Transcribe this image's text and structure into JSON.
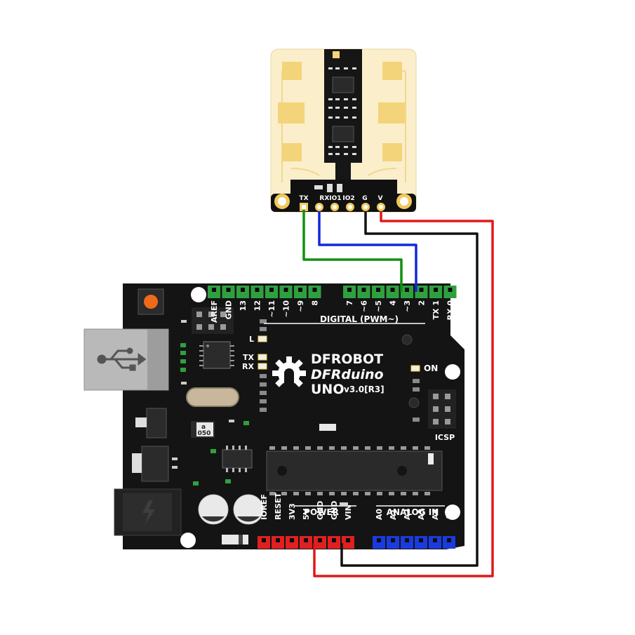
{
  "colors": {
    "tx_wire": "#109010",
    "rx_wire": "#1428d8",
    "gnd_wire": "#111111",
    "vcc_wire": "#e01818",
    "board": "#141414",
    "digital_header": "#2fa040",
    "power_header": "#e02020",
    "analog_header": "#1a3be0",
    "sensor_pcb": "#fbeecb",
    "sensor_pad": "#f4d47a"
  },
  "sensor": {
    "pins": [
      "TX",
      "RXIO1",
      "IO2",
      "G",
      "V"
    ]
  },
  "board": {
    "brand_line1": "DFROBOT",
    "brand_line2": "DFRduino",
    "model": "UNO",
    "version": "v3.0[R3]",
    "digital_pins": [
      "AREF",
      "GND",
      "13",
      "12",
      "~11",
      "~10",
      "~9",
      "8",
      "7",
      "~6",
      "~5",
      "4",
      "~3",
      "2",
      "TX 1",
      "RX 0"
    ],
    "digital_label": "DIGITAL (PWM~)",
    "led_l": "L",
    "led_tx": "TX",
    "led_rx": "RX",
    "on_label": "ON",
    "icsp_label": "ICSP",
    "power_label": "POWER",
    "power_pins": [
      "IOREF",
      "RESET",
      "3V3",
      "5V",
      "GND",
      "GND",
      "VIN"
    ],
    "analog_label": "ANALOG IN",
    "analog_pins": [
      "A0",
      "A1",
      "A2",
      "A3",
      "A4",
      "A5"
    ],
    "chip_marking_a": "a",
    "chip_marking_b": "050"
  }
}
